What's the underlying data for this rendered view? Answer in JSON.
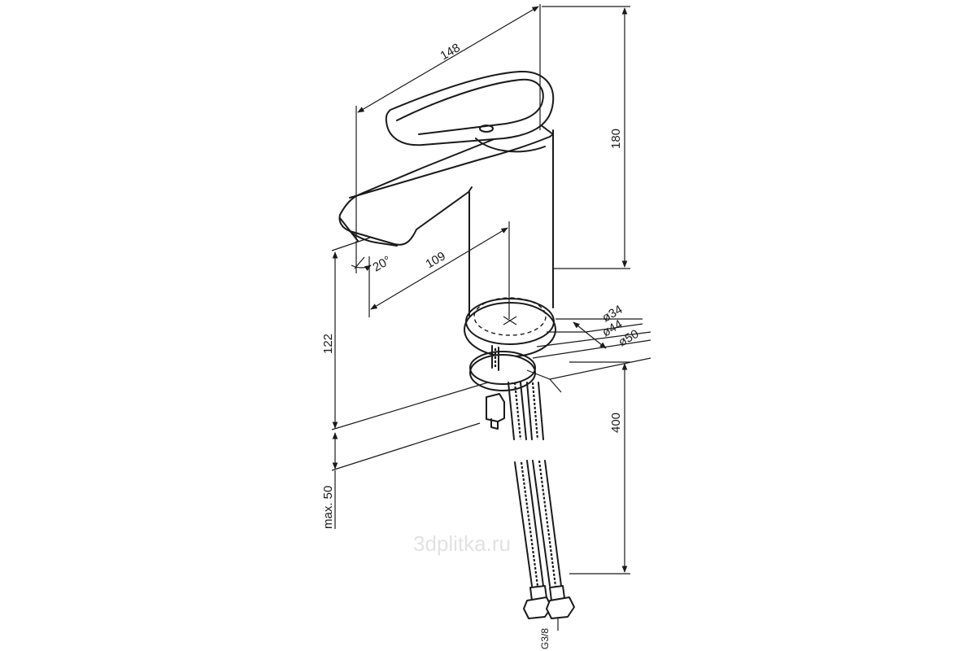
{
  "dimensions": {
    "length": "148",
    "height": "180",
    "reach": "109",
    "spout_height": "122",
    "angle": "20°",
    "dia_small": "ø34",
    "dia_mid": "ø44",
    "dia_large": "ø50",
    "hose_length": "400",
    "max_thickness": "max. 50",
    "thread": "G3/8"
  },
  "watermark": "3dplitka.ru"
}
